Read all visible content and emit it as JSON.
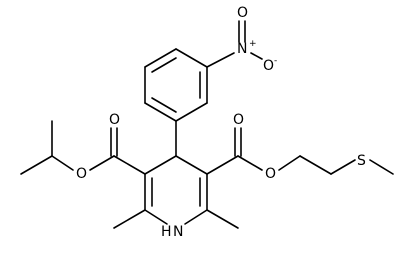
{
  "molecule": {
    "background": "#ffffff",
    "ink": "#000000",
    "labels": {
      "nitro_n": "N",
      "nitro_n_charge": "+",
      "nitro_o_top": "O",
      "nitro_o_right": "O",
      "nitro_o_right_charge": "-",
      "ester_left_o_carbonyl": "O",
      "ester_left_o_ether": "O",
      "ester_right_o_carbonyl": "O",
      "ester_right_o_ether": "O",
      "ring_nh": "H",
      "ring_n": "N",
      "thioether_s": "S"
    }
  }
}
